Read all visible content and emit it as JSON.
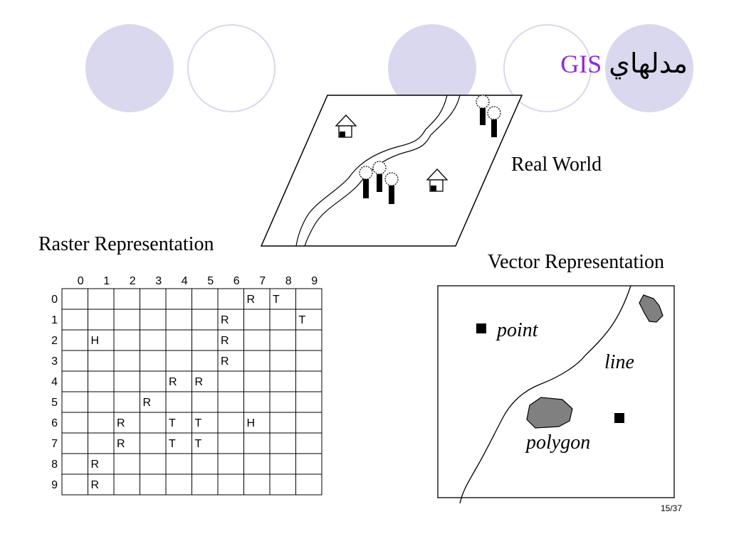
{
  "slide": {
    "title_latin": "GIS",
    "title_arabic": "مدلهاي",
    "page_number": "15/37",
    "decor_colors": {
      "circle": "#d9d8ee",
      "title_accent": "#8e2bd6"
    }
  },
  "labels": {
    "real_world": "Real World",
    "raster": "Raster Representation",
    "vector": "Vector Representation",
    "point": "point",
    "line": "line",
    "polygon": "polygon"
  },
  "raster_grid": {
    "col_headers": [
      "0",
      "1",
      "2",
      "3",
      "4",
      "5",
      "6",
      "7",
      "8",
      "9"
    ],
    "row_headers": [
      "0",
      "1",
      "2",
      "3",
      "4",
      "5",
      "6",
      "7",
      "8",
      "9"
    ],
    "cells": [
      [
        "",
        "",
        "",
        "",
        "",
        "",
        "",
        "R",
        "T",
        ""
      ],
      [
        "",
        "",
        "",
        "",
        "",
        "",
        "R",
        "",
        "",
        "T"
      ],
      [
        "",
        "H",
        "",
        "",
        "",
        "",
        "R",
        "",
        "",
        ""
      ],
      [
        "",
        "",
        "",
        "",
        "",
        "",
        "R",
        "",
        "",
        ""
      ],
      [
        "",
        "",
        "",
        "",
        "R",
        "R",
        "",
        "",
        "",
        ""
      ],
      [
        "",
        "",
        "",
        "R",
        "",
        "",
        "",
        "",
        "",
        ""
      ],
      [
        "",
        "",
        "R",
        "",
        "T",
        "T",
        "",
        "H",
        "",
        ""
      ],
      [
        "",
        "",
        "R",
        "",
        "T",
        "T",
        "",
        "",
        "",
        ""
      ],
      [
        "",
        "R",
        "",
        "",
        "",
        "",
        "",
        "",
        "",
        ""
      ],
      [
        "",
        "R",
        "",
        "",
        "",
        "",
        "",
        "",
        "",
        ""
      ]
    ]
  }
}
